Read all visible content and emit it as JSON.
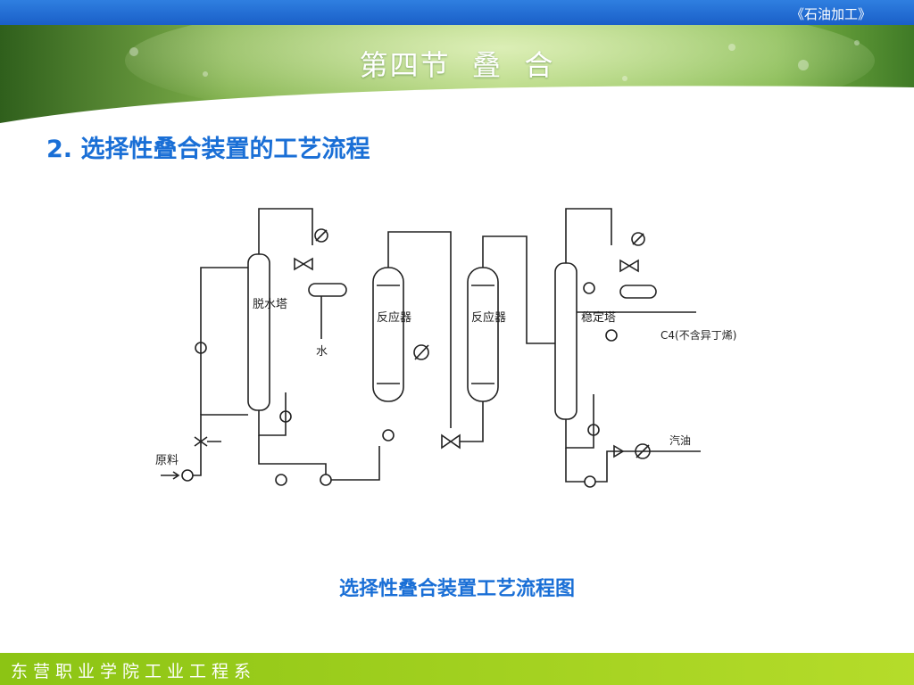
{
  "header": {
    "book_title": "《石油加工》"
  },
  "banner": {
    "section_title": "第四节  叠  合"
  },
  "content": {
    "heading": "2. 选择性叠合装置的工艺流程"
  },
  "diagram": {
    "labels": {
      "feed": "原料",
      "dehydration_tower": "脱水塔",
      "water": "水",
      "reactor_1": "反应器",
      "reactor_2": "反应器",
      "stabilizer": "稳定塔",
      "c4_product": "C4(不含异丁烯)",
      "gasoline": "汽油"
    }
  },
  "caption": "选择性叠合装置工艺流程图",
  "footer": {
    "institution": "东营职业学院工业工程系"
  },
  "colors": {
    "top_bar": "#1a5fc8",
    "heading": "#1a6fd6",
    "footer": "#9ccf1e"
  }
}
